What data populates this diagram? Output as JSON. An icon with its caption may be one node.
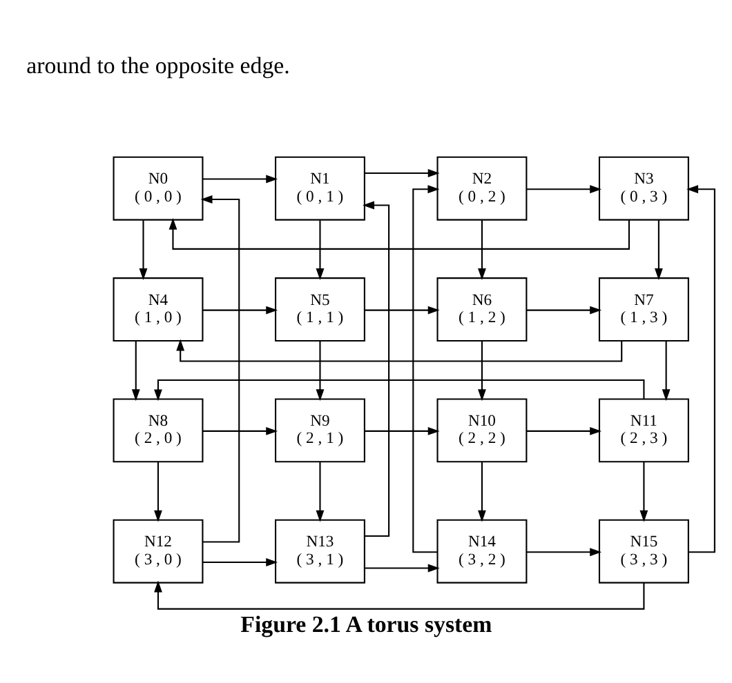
{
  "diagram": {
    "caption": "Figure 2.1 A torus system",
    "nodes": [
      {
        "text": [
          "N0",
          "( 0 , 0 )"
        ]
      },
      {
        "text": [
          "N1",
          "( 0 , 1 )"
        ]
      },
      {
        "text": [
          "N2",
          "( 0 , 2 )"
        ]
      },
      {
        "text": [
          "N3",
          "( 0 , 3 )"
        ]
      },
      {
        "text": [
          "N4",
          "( 1 , 0 )"
        ]
      },
      {
        "text": [
          "N5",
          "( 1 , 1 )"
        ]
      },
      {
        "text": [
          "N6",
          "( 1 , 2 )"
        ]
      },
      {
        "text": [
          "N7",
          "( 1 , 3 )"
        ]
      },
      {
        "text": [
          "N8",
          "( 2 , 0 )"
        ]
      },
      {
        "text": [
          "N9",
          "( 2 , 1 )"
        ]
      },
      {
        "text": [
          "N10",
          "( 2 , 2 )"
        ]
      },
      {
        "text": [
          "N11",
          "( 2 , 3 )"
        ]
      },
      {
        "text": [
          "N12",
          "( 3 , 0 )"
        ]
      },
      {
        "text": [
          "N13",
          "( 3 , 1 )"
        ]
      },
      {
        "text": [
          "N14",
          "( 3 , 2 )"
        ]
      },
      {
        "text": [
          "N15",
          "( 3 , 3 )"
        ]
      }
    ],
    "edges": [
      {
        "from": 0,
        "to": 1,
        "arrow": "to"
      },
      {
        "from": 1,
        "to": 2,
        "arrow": "to"
      },
      {
        "from": 2,
        "to": 3,
        "arrow": "to"
      },
      {
        "from": 3,
        "to": 0,
        "arrow": "to"
      },
      {
        "from": 4,
        "to": 5,
        "arrow": "to"
      },
      {
        "from": 5,
        "to": 6,
        "arrow": "to"
      },
      {
        "from": 6,
        "to": 7,
        "arrow": "to"
      },
      {
        "from": 7,
        "to": 4,
        "arrow": "to"
      },
      {
        "from": 8,
        "to": 9,
        "arrow": "to"
      },
      {
        "from": 9,
        "to": 10,
        "arrow": "to"
      },
      {
        "from": 10,
        "to": 11,
        "arrow": "to"
      },
      {
        "from": 11,
        "to": 8,
        "arrow": "to"
      },
      {
        "from": 12,
        "to": 13,
        "arrow": "to"
      },
      {
        "from": 13,
        "to": 14,
        "arrow": "to"
      },
      {
        "from": 14,
        "to": 15,
        "arrow": "to"
      },
      {
        "from": 15,
        "to": 12,
        "arrow": "to"
      },
      {
        "from": 0,
        "to": 4,
        "arrow": "to"
      },
      {
        "from": 4,
        "to": 8,
        "arrow": "to"
      },
      {
        "from": 8,
        "to": 12,
        "arrow": "to"
      },
      {
        "from": 12,
        "to": 0,
        "arrow": "to"
      },
      {
        "from": 1,
        "to": 5,
        "arrow": "to"
      },
      {
        "from": 5,
        "to": 9,
        "arrow": "to"
      },
      {
        "from": 9,
        "to": 13,
        "arrow": "to"
      },
      {
        "from": 13,
        "to": 1,
        "arrow": "to"
      },
      {
        "from": 2,
        "to": 6,
        "arrow": "to"
      },
      {
        "from": 6,
        "to": 10,
        "arrow": "to"
      },
      {
        "from": 10,
        "to": 14,
        "arrow": "to"
      },
      {
        "from": 14,
        "to": 2,
        "arrow": "to"
      },
      {
        "from": 3,
        "to": 7,
        "arrow": "to"
      },
      {
        "from": 7,
        "to": 11,
        "arrow": "to"
      },
      {
        "from": 11,
        "to": 15,
        "arrow": "to"
      },
      {
        "from": 15,
        "to": 3,
        "arrow": "to"
      }
    ],
    "labels": [
      "around to the opposite edge."
    ]
  }
}
